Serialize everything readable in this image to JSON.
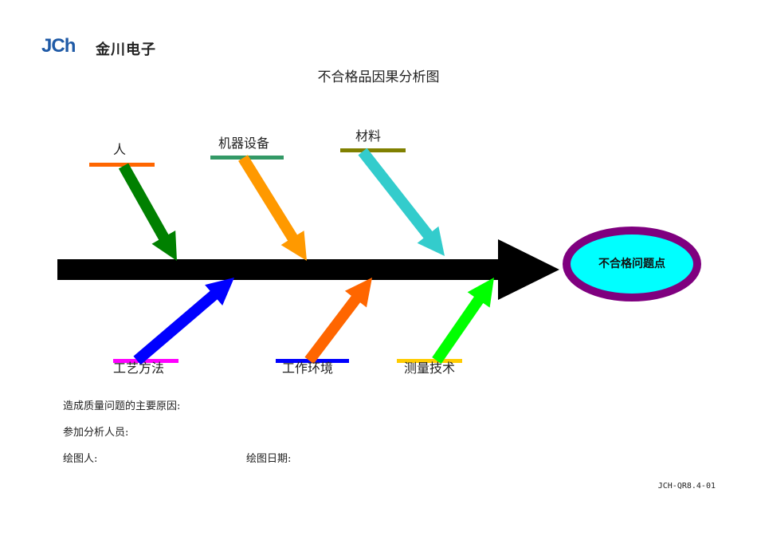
{
  "logo": {
    "en": "JCH",
    "cn": "金川电子"
  },
  "title": "不合格品因果分析图",
  "effect": "不合格问题点",
  "causes_top": [
    "人",
    "机器设备",
    "材料"
  ],
  "causes_bottom": [
    "工艺方法",
    "工作环境",
    "测量技术"
  ],
  "footer": {
    "main_cause": "造成质量问题的主要原因:",
    "participants": "参加分析人员:",
    "drawer": "绘图人:",
    "date": "绘图日期:"
  },
  "doc_code": "JCH-QR8.4-01",
  "colors": {
    "spine": "#000000",
    "ellipse_fill": "#00ffff",
    "ellipse_stroke": "#7f007f"
  }
}
